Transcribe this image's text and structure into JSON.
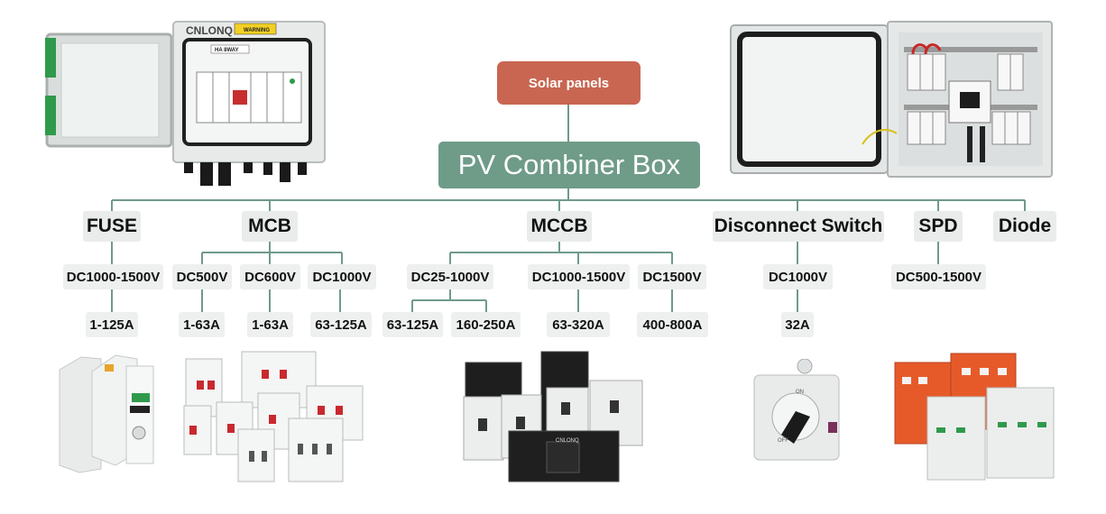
{
  "diagram": {
    "top_label": "Solar panels",
    "main_label": "PV Combiner Box",
    "categories": {
      "fuse": "FUSE",
      "mcb": "MCB",
      "mccb": "MCCB",
      "disconnect": "Disconnect Switch",
      "spd": "SPD",
      "diode": "Diode"
    },
    "ratings": {
      "fuse": "DC1000-1500V",
      "mcb_500": "DC500V",
      "mcb_600": "DC600V",
      "mcb_1000": "DC1000V",
      "mccb_25": "DC25-1000V",
      "mccb_1000": "DC1000-1500V",
      "mccb_1500": "DC1500V",
      "disconnect": "DC1000V",
      "spd": "DC500-1500V"
    },
    "currents": {
      "fuse": "1-125A",
      "mcb_500": "1-63A",
      "mcb_600": "1-63A",
      "mcb_1000": "63-125A",
      "mccb_a": "63-125A",
      "mccb_b": "160-250A",
      "mccb_1000": "63-320A",
      "mccb_1500": "400-800A",
      "disconnect": "32A"
    },
    "line_color": "#6f9b89"
  },
  "photos": {
    "brand_logo": "CNLONQ",
    "warning_label": "WARNING",
    "box_label": "HA 8WAY",
    "mccb_brand": "CNLONQ",
    "disconnect_on": "ON",
    "disconnect_off": "OFF"
  }
}
